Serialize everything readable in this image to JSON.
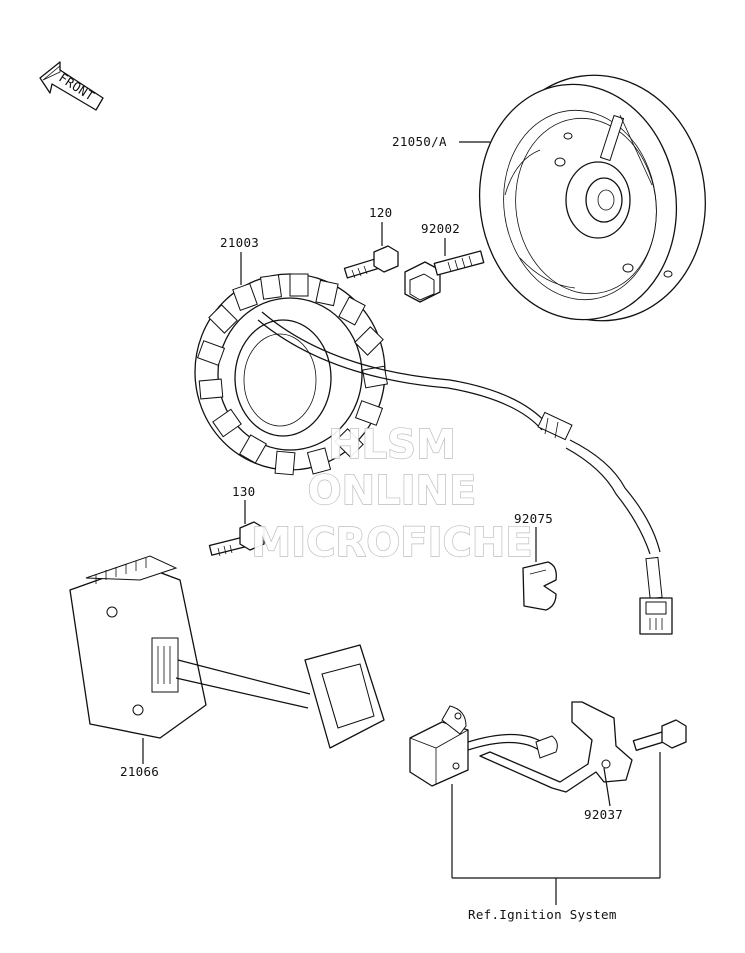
{
  "front_marker": {
    "text": "FRONT"
  },
  "parts": {
    "flywheel": "21050/A",
    "bolt_120": "120",
    "bolt_92002": "92002",
    "stator": "21003",
    "bolt_130": "130",
    "clamp": "92075",
    "regulator": "21066",
    "bracket": "92037"
  },
  "reference": {
    "text": "Ref.Ignition System"
  },
  "watermark": {
    "line1": "HLSM",
    "line2": "ONLINE",
    "line3": "MICROFICHE"
  }
}
